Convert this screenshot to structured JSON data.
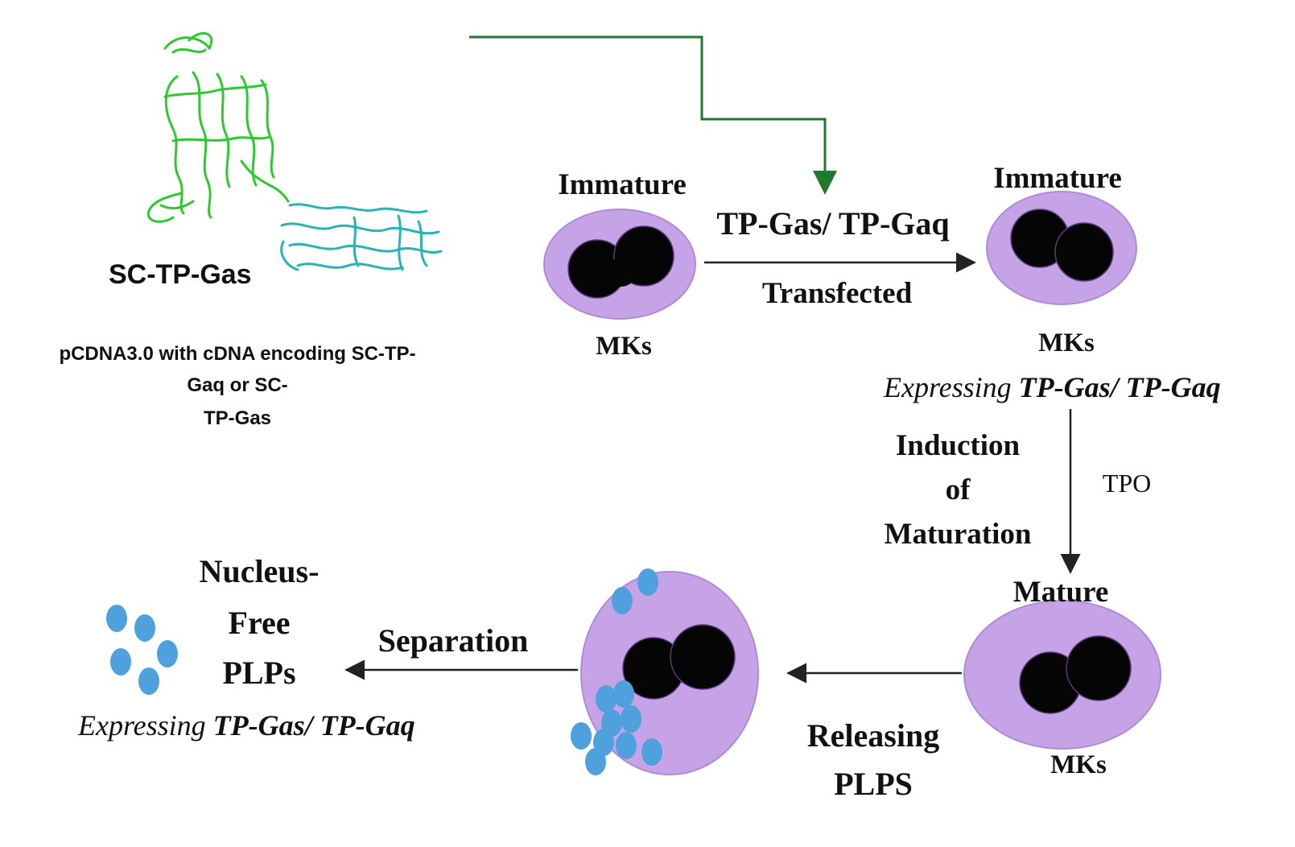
{
  "colors": {
    "cell_fill": "#c6a3e6",
    "nucleus": "#050505",
    "plp": "#4ea1dd",
    "green_arrow": "#1f7a2f",
    "arrow": "#222222",
    "protein_green": "#2fc830",
    "protein_cyan": "#28b3b5"
  },
  "protein": {
    "name": "SC-TP-Gas",
    "caption_lines": [
      "pCDNA3.0 with cDNA encoding SC-TP-",
      "Gaq or SC-",
      "TP-Gas"
    ]
  },
  "cells": {
    "immature_1": {
      "top": "Immature",
      "bottom": "MKs"
    },
    "immature_2": {
      "top": "Immature",
      "bottom": "MKs",
      "expr_prefix": "Expressing",
      "expr_value": "TP-Gas/ TP-Gaq"
    },
    "mature": {
      "top": "Mature",
      "bottom": "MKs"
    }
  },
  "steps": {
    "transfection": {
      "above": "TP-Gas/ TP-Gaq",
      "below": "Transfected"
    },
    "maturation": {
      "left_lines": [
        "Induction",
        "of",
        "Maturation"
      ],
      "right": "TPO"
    },
    "releasing": {
      "lines": [
        "Releasing",
        "PLPS"
      ]
    },
    "separation": {
      "label": "Separation"
    }
  },
  "plps": {
    "title_lines": [
      "Nucleus-",
      "Free",
      "PLPs"
    ],
    "expr_prefix": "Expressing",
    "expr_value": "TP-Gas/ TP-Gaq"
  }
}
